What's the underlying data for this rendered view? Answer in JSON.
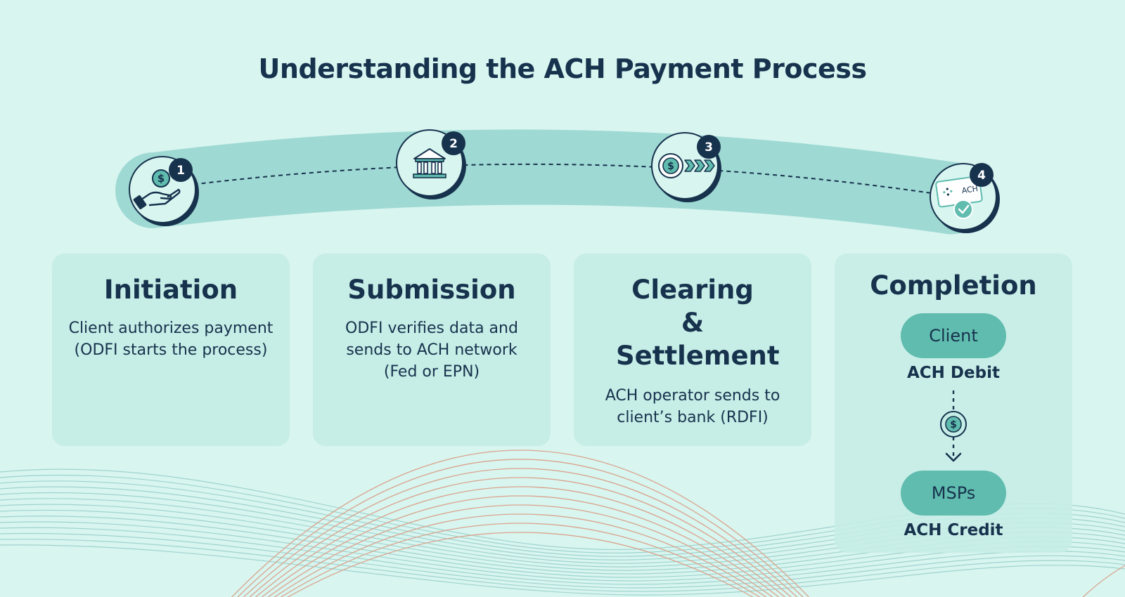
{
  "title": "Understanding the ACH Payment Process",
  "steps": [
    {
      "number": "1",
      "icon": "hand-dollar-icon",
      "title": "Initiation",
      "description": "Client authorizes payment (ODFI starts the process)"
    },
    {
      "number": "2",
      "icon": "bank-icon",
      "title": "Submission",
      "description": "ODFI verifies data and sends to ACH network (Fed or EPN)"
    },
    {
      "number": "3",
      "icon": "coin-transfer-icon",
      "title": "Clearing & Settlement",
      "description": "ACH operator sends to client’s bank (RDFI)"
    },
    {
      "number": "4",
      "icon": "ach-card-check-icon",
      "title": "Completion",
      "ach_label": "ACH"
    }
  ],
  "completion": {
    "from": {
      "label": "Client",
      "sub": "ACH Debit"
    },
    "to": {
      "label": "MSPs",
      "sub": "ACH Credit"
    },
    "transfer_icon": "dollar-coin-icon"
  },
  "colors": {
    "background": "#d8f5f0",
    "band": "#9fd9d3",
    "card": "#c6ede6",
    "pill": "#5fbcae",
    "navy": "#17324d",
    "accent_lines": "#d9a68f"
  }
}
